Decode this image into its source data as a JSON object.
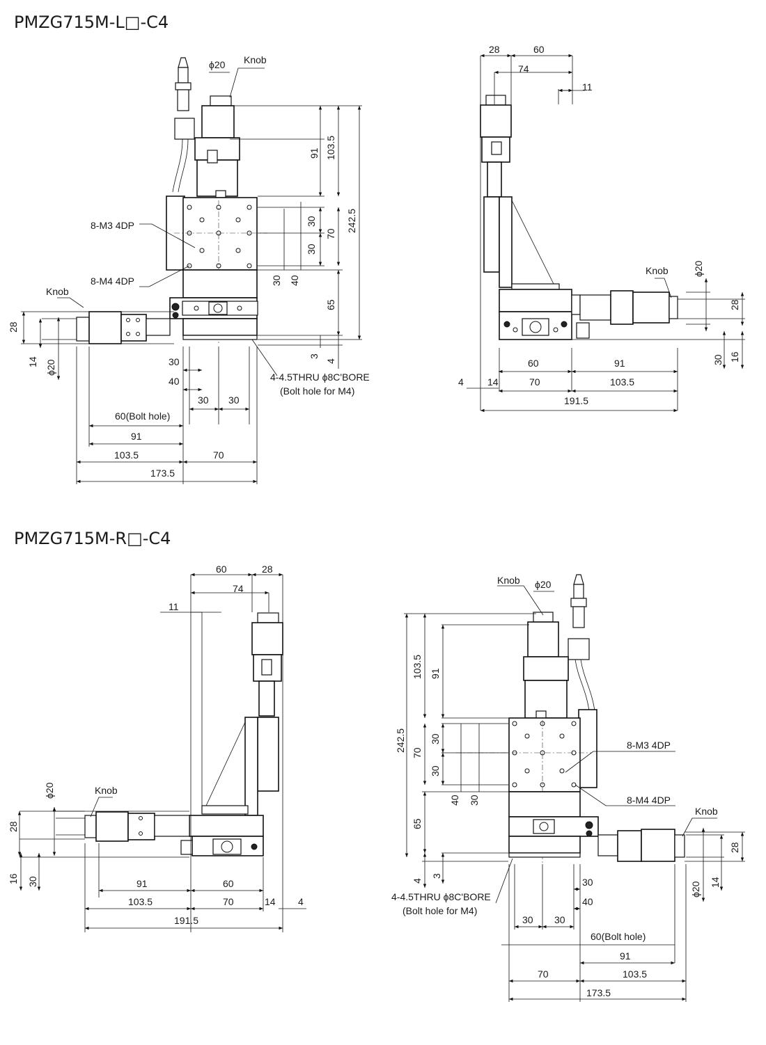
{
  "titles": {
    "left_model": "PMZG715M-L□-C4",
    "right_model": "PMZG715M-R□-C4"
  },
  "labels": {
    "knob": "Knob",
    "m3": "8-M3 4DP",
    "m4": "8-M4 4DP",
    "thru": "4-4.5THRU ϕ8C'BORE",
    "bolt": "(Bolt hole for M4)",
    "bolt_hole_60": "60(Bolt hole)",
    "phi20": "ϕ20"
  },
  "dims": {
    "d3": "3",
    "d4": "4",
    "d11": "11",
    "d14": "14",
    "d16": "16",
    "d28": "28",
    "d30": "30",
    "d40": "40",
    "d60": "60",
    "d65": "65",
    "d70": "70",
    "d74": "74",
    "d91": "91",
    "d103_5": "103.5",
    "d173_5": "173.5",
    "d191_5": "191.5",
    "d242_5": "242.5"
  },
  "colors": {
    "line": "#111111",
    "text": "#1a1a1a",
    "background": "#ffffff"
  }
}
